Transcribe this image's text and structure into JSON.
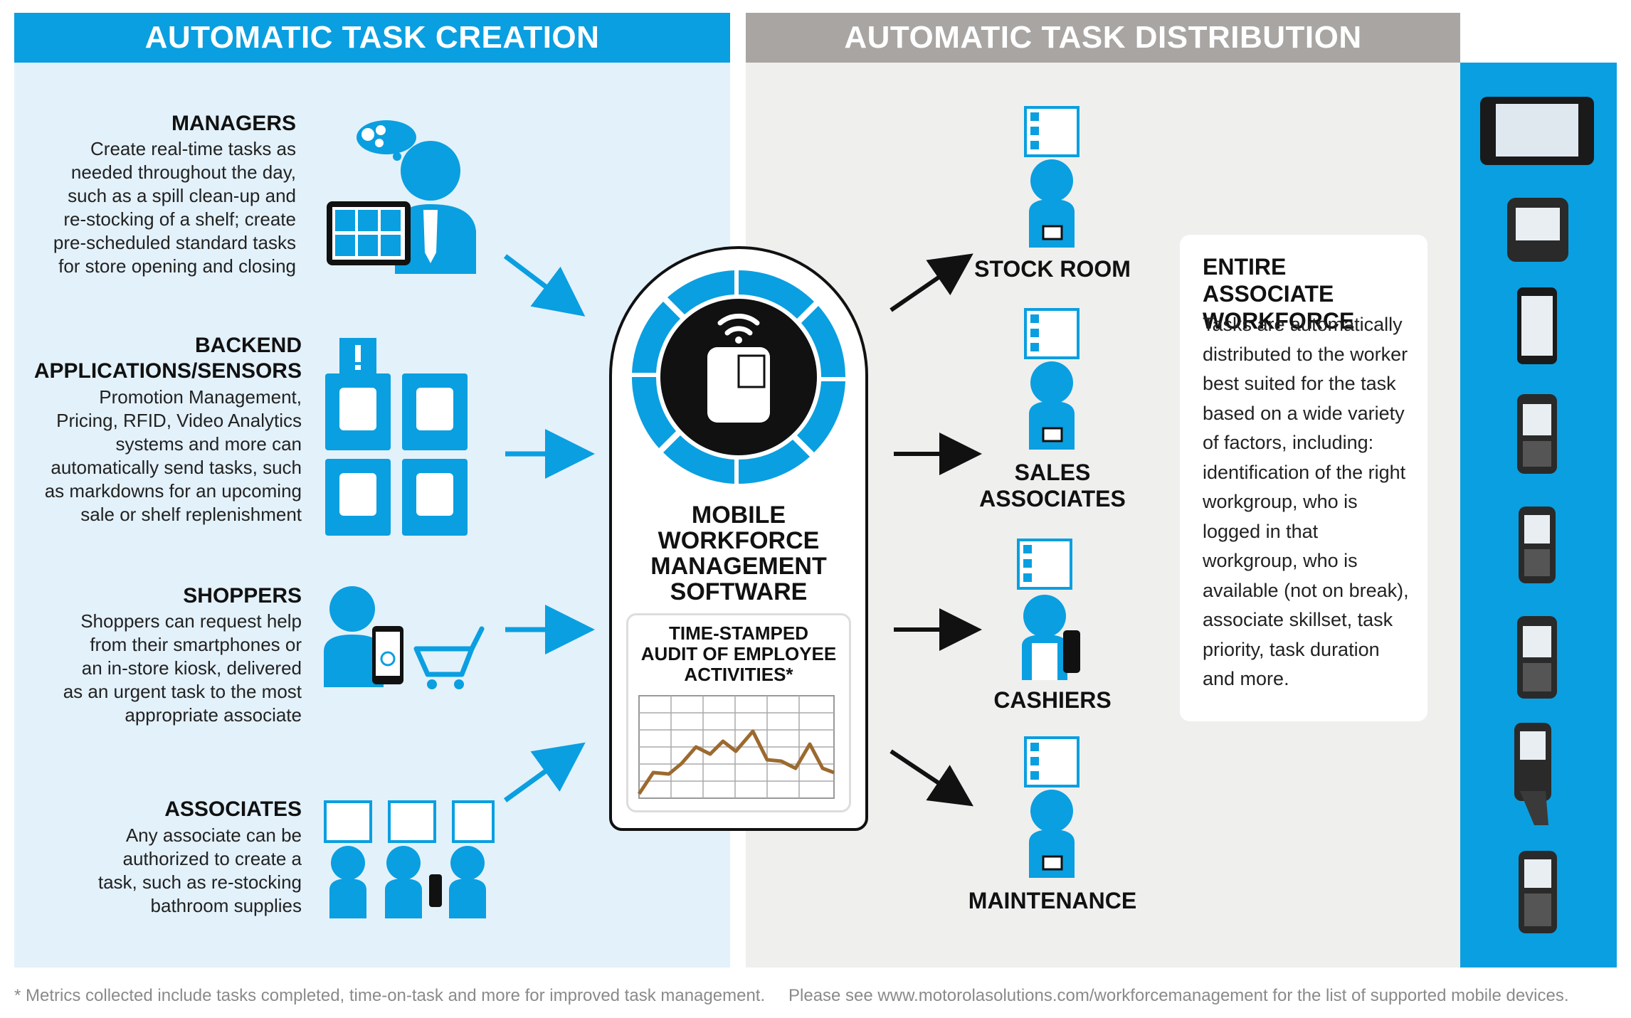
{
  "headers": {
    "creation": "AUTOMATIC TASK CREATION",
    "distribution": "AUTOMATIC TASK DISTRIBUTION"
  },
  "sources": [
    {
      "title": "MANAGERS",
      "desc": [
        "Create real-time tasks as",
        "needed throughout the day,",
        "such as a spill clean-up and",
        "re-stocking of a shelf; create",
        "pre-scheduled standard tasks",
        "for store opening and closing"
      ]
    },
    {
      "title": "BACKEND\nAPPLICATIONS/SENSORS",
      "desc": [
        "Promotion Management,",
        "Pricing, RFID, Video Analytics",
        "systems and more can",
        "automatically send tasks, such",
        "as markdowns for an upcoming",
        "sale or shelf replenishment"
      ]
    },
    {
      "title": "SHOPPERS",
      "desc": [
        "Shoppers can request help",
        "from their smartphones or",
        "an in-store kiosk, delivered",
        "as an urgent task to the most",
        "appropriate associate"
      ]
    },
    {
      "title": "ASSOCIATES",
      "desc": [
        "Any associate can be",
        "authorized to create a",
        "task, such as re-stocking",
        "bathroom supplies"
      ]
    }
  ],
  "center": {
    "title": "MOBILE WORKFORCE\nMANAGEMENT\nSOFTWARE",
    "audit_title": "TIME-STAMPED\nAUDIT OF EMPLOYEE\nACTIVITIES*"
  },
  "destinations": [
    "STOCK ROOM",
    "SALES\nASSOCIATES",
    "CASHIERS",
    "MAINTENANCE"
  ],
  "workforce": {
    "title": "ENTIRE ASSOCIATE\nWORKFORCE",
    "desc": "Tasks are automatically distributed to the worker best suited for the task based on a wide variety of factors, including: identification of the right workgroup, who is logged in that workgroup, who is available (not on break), associate skillset, task priority, task duration and more."
  },
  "footnotes": {
    "left": "* Metrics collected include tasks completed, time-on-task and more for improved task management.",
    "right": "Please see www.motorolasolutions.com/workforcemanagement for the list of supported mobile devices."
  },
  "colors": {
    "blue": "#0a9fe0",
    "light_blue_bg": "#e3f1fa",
    "gray_header": "#a8a5a3",
    "gray_bg": "#efefee",
    "chart_line": "#9c6a2f"
  },
  "device_icons": [
    "tablet-device-icon",
    "rugged-handheld-icon",
    "smartphone-device-icon",
    "mobile-computer-icon",
    "keypad-handheld-icon",
    "rugged-keypad-icon",
    "gun-grip-scanner-icon",
    "keypad-mobile-computer-icon"
  ]
}
